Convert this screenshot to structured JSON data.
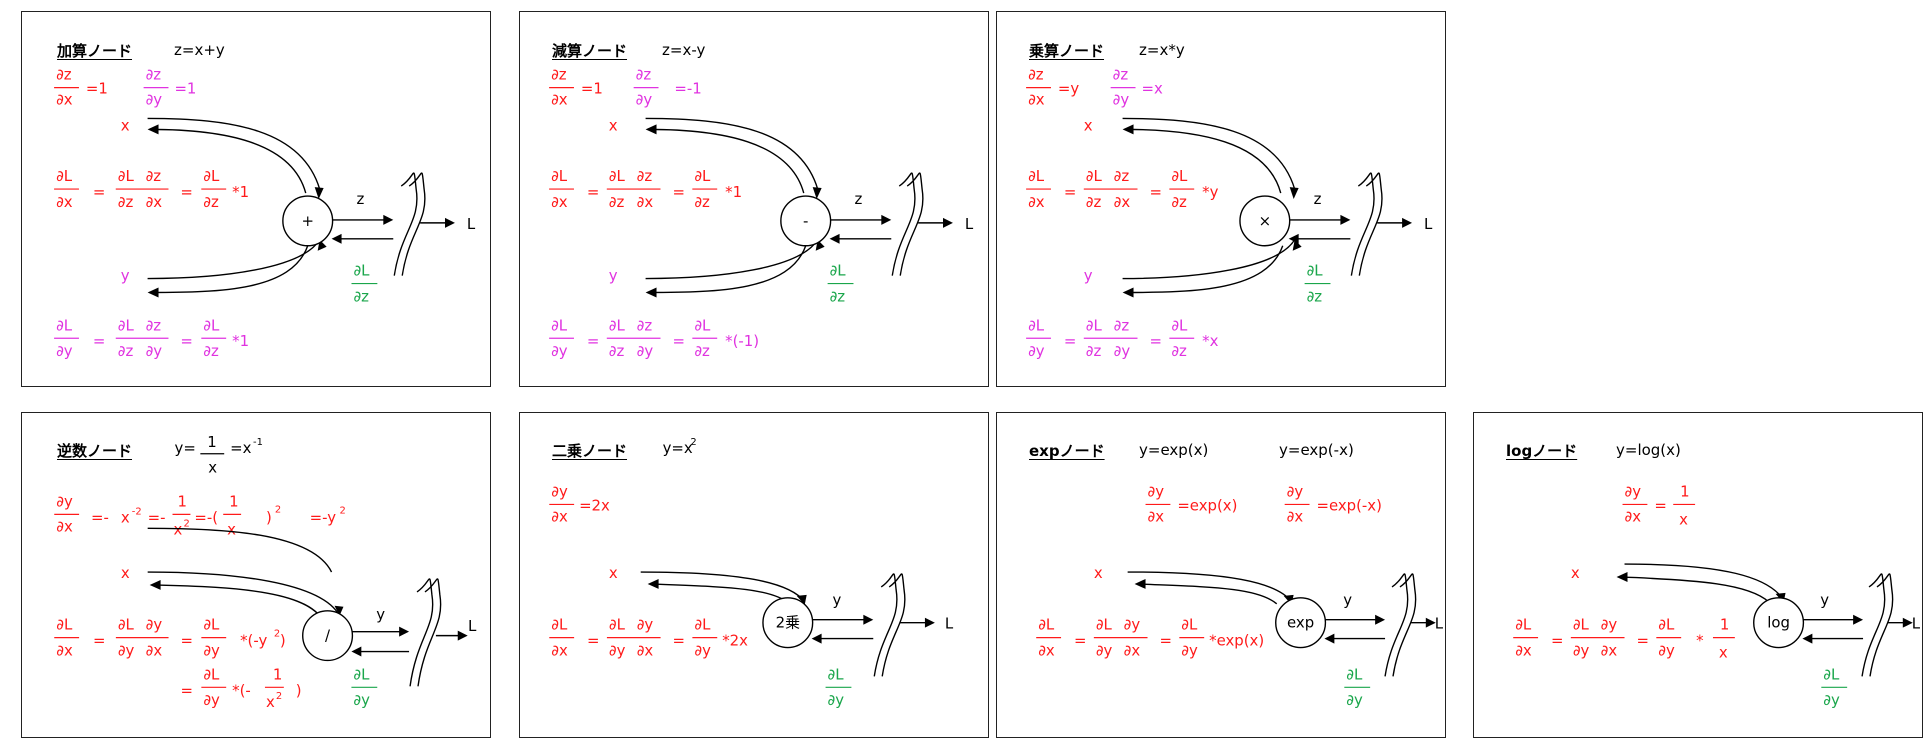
{
  "panels": [
    {
      "title": "加算ノード",
      "formula": "z=x+y",
      "op": "+"
    },
    {
      "title": "減算ノード",
      "formula": "z=x-y",
      "op": "-"
    },
    {
      "title": "乗算ノード",
      "formula": "z=x*y",
      "op": "×"
    },
    {
      "title": "逆数ノード",
      "op": "/"
    },
    {
      "title": "二乗ノード",
      "op": "2乗"
    },
    {
      "title": "expノード",
      "formula": "y=exp(x)",
      "formula2": "y=exp(-x)",
      "op": "exp"
    },
    {
      "title": "logノード",
      "formula": "y=log(x)",
      "op": "log"
    }
  ],
  "sym": {
    "dz": "∂z",
    "dx": "∂x",
    "dy": "∂y",
    "dL": "∂L",
    "x": "x",
    "y": "y",
    "z": "z",
    "L": "L",
    "eq": "=",
    "one": "1",
    "minus": "-"
  },
  "add": {
    "dzdx_val": "=1",
    "dzdy_val": "=1",
    "mul_x": "*1",
    "mul_y": "*1"
  },
  "sub": {
    "dzdx_val": "=1",
    "dzdy_val": "=-1",
    "mul_x": "*1",
    "mul_y": "*(-1)"
  },
  "mul": {
    "dzdx_val": "=y",
    "dzdy_val": "=x",
    "mul_x": "*y",
    "mul_y": "*x"
  },
  "inv": {
    "formula_lhs": "y=",
    "formula_rhs": "=x",
    "formula_exp": "-1",
    "d_a": "=-",
    "d_b": "x",
    "d_b_exp": "-2",
    "d_c": "=-",
    "d_d": "=-(",
    "d_e": ")",
    "d_e_exp": "2",
    "d_f": "=-y",
    "d_f_exp": "2",
    "x2": "x",
    "x2_exp": "2",
    "mul1": "*(-y",
    "mul1_exp": "2",
    "mul1_close": ")",
    "mul2": "*(-",
    "mul2_close": ")"
  },
  "sq": {
    "formula": "y=x",
    "formula_exp": "2",
    "dydx_val": "=2x",
    "mul": "*2x"
  },
  "exp": {
    "val1": "=exp(x)",
    "val2": "=exp(-x)",
    "mul": "*exp(x)"
  },
  "log": {
    "mul": "*"
  }
}
